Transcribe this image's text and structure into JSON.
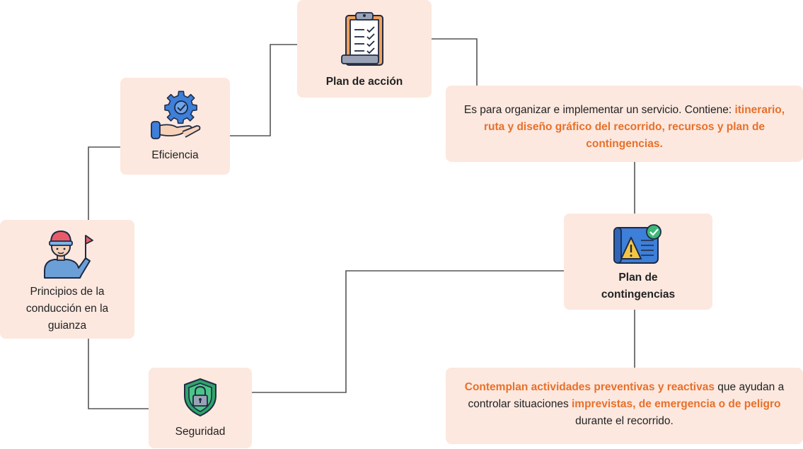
{
  "nodes": {
    "principios": {
      "label_lines": [
        "Principios de la",
        "conducción en la",
        "guianza"
      ],
      "icon": "tour-guide-flag-icon"
    },
    "eficiencia": {
      "label": "Eficiencia",
      "icon": "hand-gear-icon"
    },
    "plan_accion": {
      "label": "Plan de acción",
      "icon": "clipboard-checklist-icon"
    },
    "plan_contingencias": {
      "label_lines": [
        "Plan de",
        "contingencias"
      ],
      "icon": "warning-blueprint-icon"
    },
    "seguridad": {
      "label": "Seguridad",
      "icon": "shield-lock-icon"
    }
  },
  "descriptions": {
    "plan_accion": {
      "normal": "Es para  organizar e implementar un servicio. Contiene: ",
      "highlight_1": "itinerario,",
      "highlight_2": "ruta y diseño gráfico del recorrido, recursos y plan de",
      "highlight_3": "contingencias."
    },
    "plan_contingencias": {
      "highlight_1": "Contemplan actividades preventivas y reactivas",
      "normal_1": " que ayudan a",
      "normal_2": "controlar situaciones ",
      "highlight_2": "imprevistas, de emergencia o de peligro",
      "normal_3": "durante el recorrido."
    }
  },
  "colors": {
    "card_background": "#fce8df",
    "highlight": "#e8702a",
    "connector": "#555555"
  }
}
